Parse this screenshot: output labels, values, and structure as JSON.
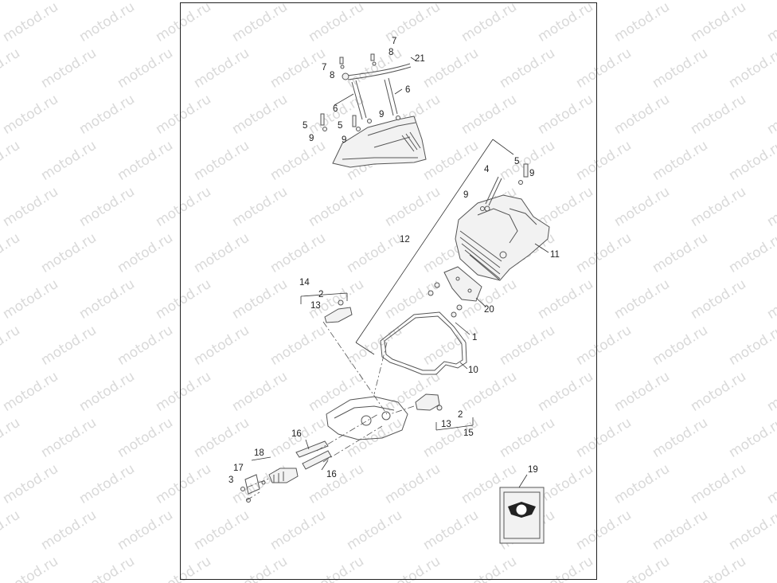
{
  "watermark_text": "motod.ru",
  "callouts": {
    "c1": "1",
    "c2a": "2",
    "c2b": "2",
    "c3": "3",
    "c4": "4",
    "c5a": "5",
    "c5b": "5",
    "c5c": "5",
    "c6a": "6",
    "c6b": "6",
    "c7a": "7",
    "c7b": "7",
    "c8a": "8",
    "c8b": "8",
    "c9a": "9",
    "c9b": "9",
    "c9c": "9",
    "c9d": "9",
    "c9e": "9",
    "c10": "10",
    "c11": "11",
    "c12": "12",
    "c13a": "13",
    "c13b": "13",
    "c14": "14",
    "c15": "15",
    "c16a": "16",
    "c16b": "16",
    "c17": "17",
    "c18": "18",
    "c19": "19",
    "c20": "20",
    "c21": "21"
  },
  "colors": {
    "line": "#555555",
    "frame": "#222222",
    "watermark": "#d9d9d9"
  }
}
